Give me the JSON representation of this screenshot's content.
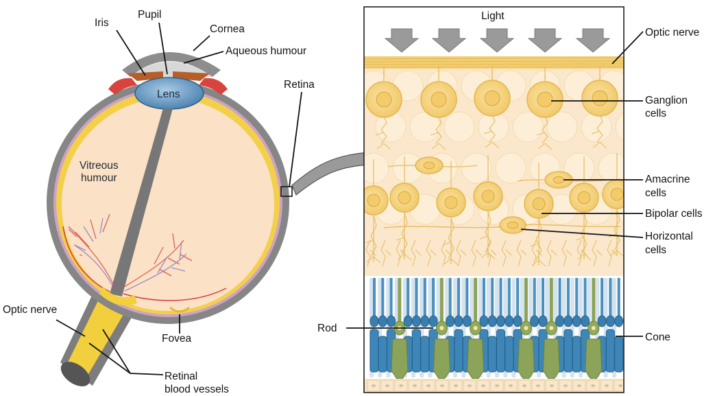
{
  "eye": {
    "pupil": "Pupil",
    "iris": "Iris",
    "cornea": "Cornea",
    "aqueous_humour": "Aqueous humour",
    "lens": "Lens",
    "vitreous_line1": "Vitreous",
    "vitreous_line2": "humour",
    "retina": "Retina",
    "optic_nerve": "Optic nerve",
    "fovea": "Fovea",
    "retinal_vessels_line1": "Retinal",
    "retinal_vessels_line2": "blood vessels"
  },
  "retina_detail": {
    "light": "Light",
    "optic_nerve": "Optic nerve",
    "ganglion_line1": "Ganglion",
    "ganglion_line2": "cells",
    "amacrine_line1": "Amacrine",
    "amacrine_line2": "cells",
    "bipolar": "Bipolar cells",
    "horizontal_line1": "Horizontal",
    "horizontal_line2": "cells",
    "rod": "Rod",
    "cone": "Cone"
  },
  "colors": {
    "sclera": "#858585",
    "choroid": "#cfa3c9",
    "retina_layer": "#f4d34f",
    "vitreous": "#fbe2c8",
    "lens": "#6f9ec4",
    "iris": "#b8602b",
    "ciliary": "#d9443f",
    "cell_fill": "#f7d98c",
    "cell_stroke": "#e2b64e",
    "rod": "#8ea35a",
    "cone": "#4487b5",
    "arrow": "#9a9a9a"
  }
}
